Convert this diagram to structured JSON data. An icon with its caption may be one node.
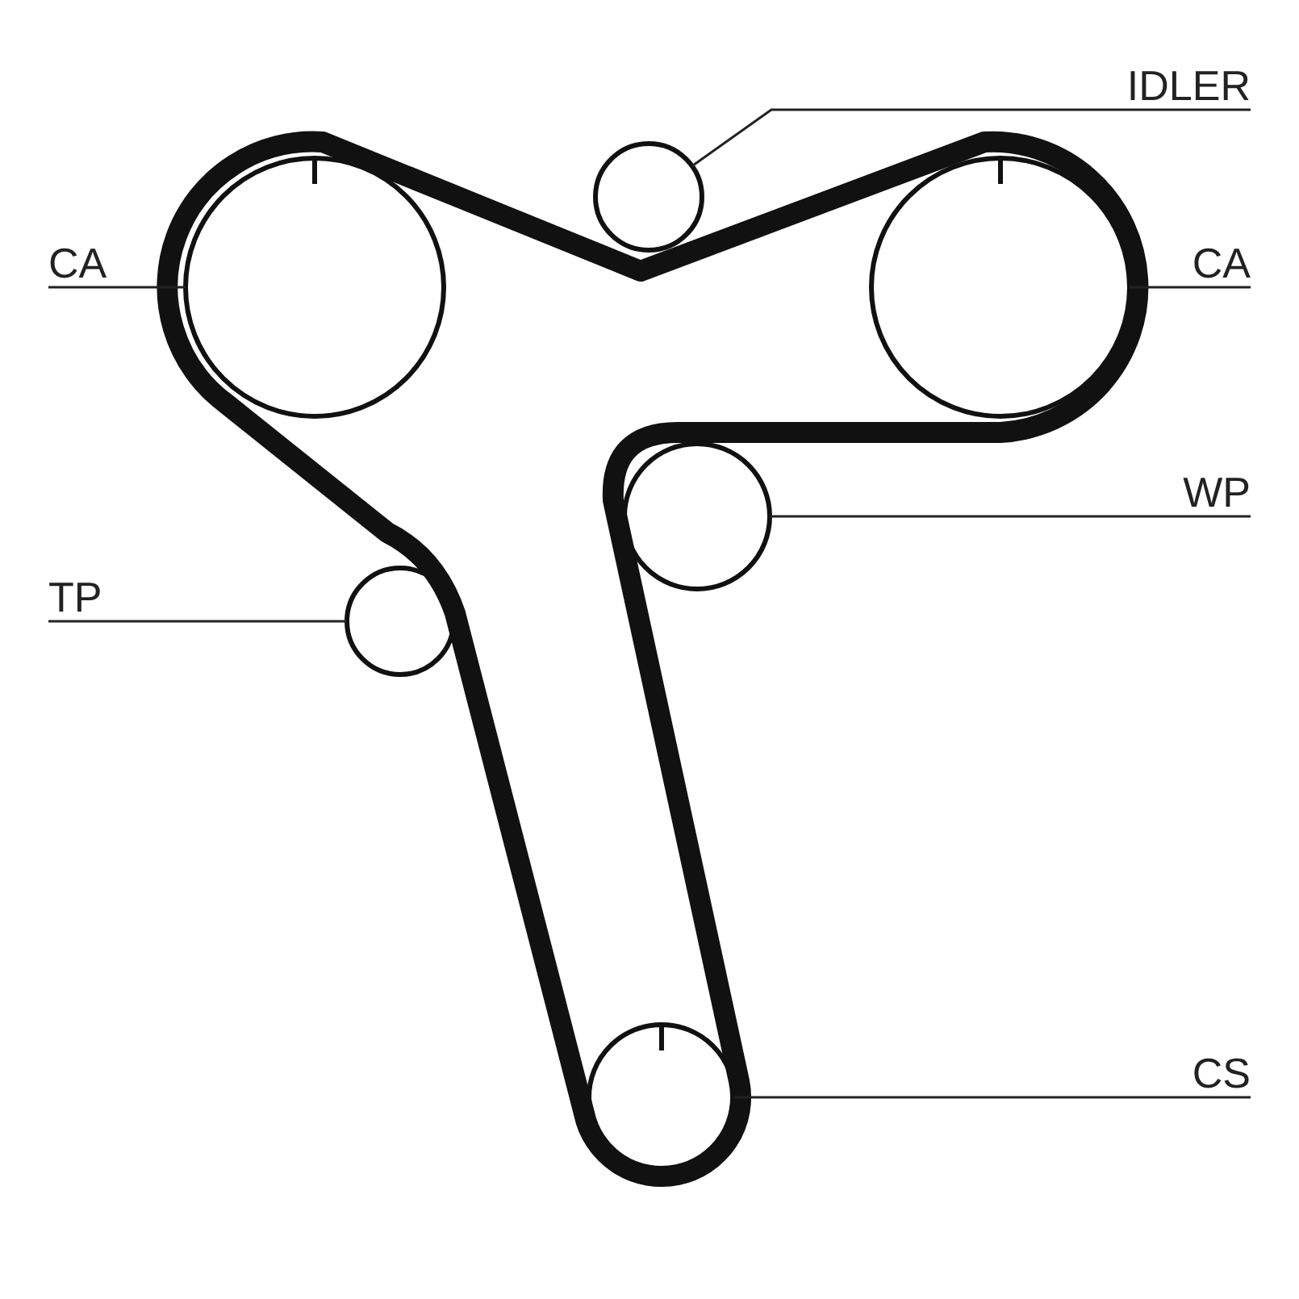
{
  "diagram": {
    "nodes": [
      {
        "text": [
          "IDLER"
        ]
      },
      {
        "text": [],
        "shape": "circle"
      },
      {
        "text": [
          "CA"
        ]
      },
      {
        "text": [],
        "shape": "circle"
      },
      {
        "text": [
          "CA"
        ]
      },
      {
        "text": [],
        "shape": "circle"
      },
      {
        "text": [
          "WP"
        ]
      },
      {
        "text": [],
        "shape": "circle"
      },
      {
        "text": [
          "TP"
        ]
      },
      {
        "text": [],
        "shape": "circle"
      },
      {
        "text": [
          "CS"
        ]
      },
      {
        "text": [],
        "shape": "circle"
      }
    ],
    "edges": [
      {
        "from": 0,
        "to": 1,
        "arrow": "none"
      },
      {
        "from": 2,
        "to": 3,
        "arrow": "none"
      },
      {
        "from": 4,
        "to": 5,
        "arrow": "none"
      },
      {
        "from": 6,
        "to": 7,
        "arrow": "none"
      },
      {
        "from": 8,
        "to": 9,
        "arrow": "none"
      },
      {
        "from": 10,
        "to": 11,
        "arrow": "none"
      }
    ]
  }
}
